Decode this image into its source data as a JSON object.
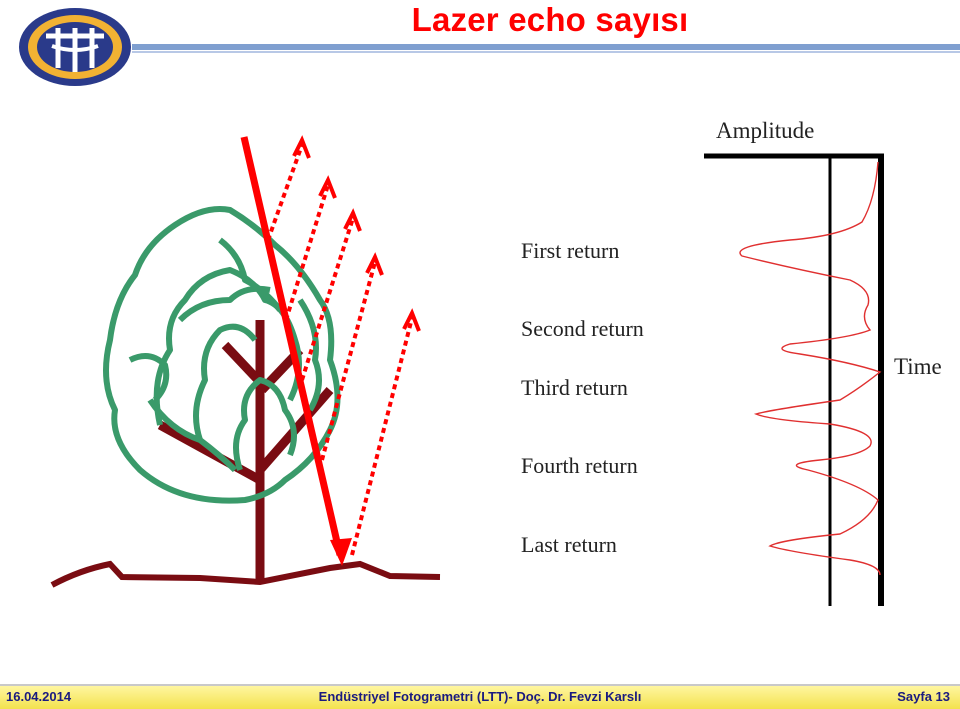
{
  "header": {
    "title": "Lazer echo sayısı"
  },
  "diagram": {
    "amplitude_label": "Amplitude",
    "time_label": "Time",
    "returns": [
      "First return",
      "Second return",
      "Third  return",
      "Fourth  return",
      "Last  return"
    ]
  },
  "footer": {
    "date": "16.04.2014",
    "center": "Endüstriyel Fotogrametri (LTT)- Doç. Dr. Fevzi Karslı",
    "page": "Sayfa 13"
  },
  "colors": {
    "title": "#ff0000",
    "laser": "#ff0000",
    "foliage": "#3a9a6a",
    "trunk": "#7a0c12",
    "footer": "#f3e24e"
  }
}
